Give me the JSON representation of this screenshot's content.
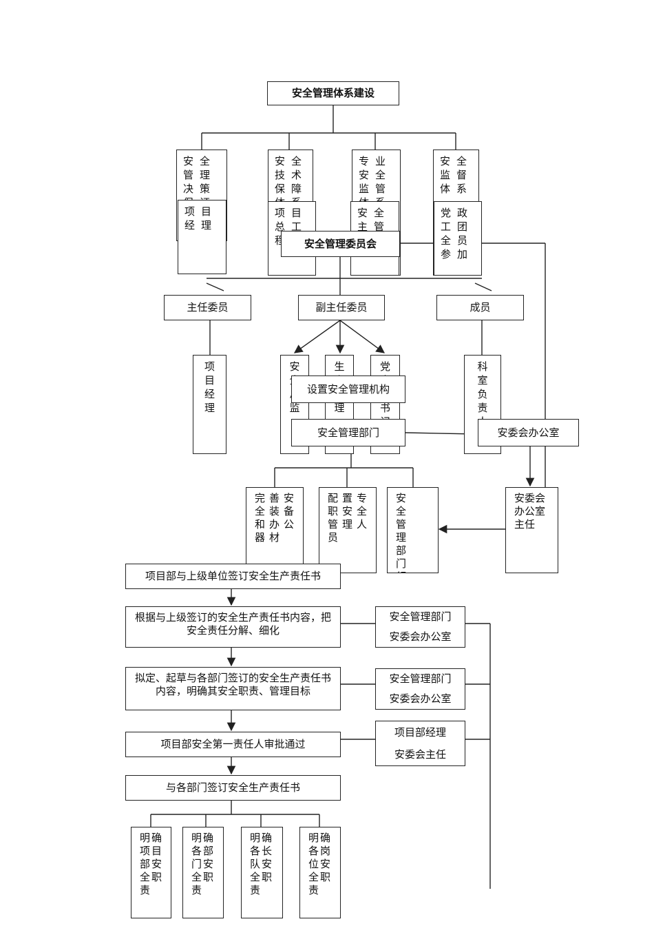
{
  "title": "安全管理体系建设",
  "systems": [
    {
      "label": "安全管理决策保证体系",
      "sub": "项目经理"
    },
    {
      "label": "安全技术保障体系",
      "sub": "项目总工程师"
    },
    {
      "label": "专业安全监管体系",
      "sub": "安全主管"
    },
    {
      "label": "安全监督体系",
      "sub": "党政工团全员参加"
    }
  ],
  "committee": "安全管理委员会",
  "roles": {
    "director": "主任委员",
    "deputy": "副主任委员",
    "member": "成员"
  },
  "role_subs": {
    "project_manager": "项目经理",
    "safety_supervisor": "安全总监",
    "production_manager": "生产经理",
    "party_secretary": "党支部书记",
    "dept_heads": "科室负责人"
  },
  "org": {
    "setup": "设置安全管理机构",
    "dept": "安全管理部门",
    "office": "安委会办公室",
    "office_director": "安委会办公室主任"
  },
  "tasks": {
    "equipment": "完善安全装备和办公器材",
    "staffing": "配置专职安全管理人员",
    "leader": "安全管理部门领导"
  },
  "flow": {
    "step1": "项目部与上级单位签订安全生产责任书",
    "step2": "根据与上级签订的安全生产责任书内容，把安全责任分解、细化",
    "step3": "拟定、起草与各部门签订的安全生产责任书内容，明确其安全职责、管理目标",
    "step4": "项目部安全第一责任人审批通过",
    "step5": "与各部门签订安全生产责任书"
  },
  "responsible": {
    "r2a": "安全管理部门",
    "r2b": "安委会办公室",
    "r3a": "安全管理部门",
    "r3b": "安委会办公室",
    "r4a": "项目部经理",
    "r4b": "安委会主任"
  },
  "duties": [
    "明确项目部安全职责",
    "明确各部门安全职责",
    "明确各长队安全职责",
    "明确各岗位安全职责"
  ],
  "colors": {
    "line": "#222222",
    "background": "#ffffff"
  }
}
